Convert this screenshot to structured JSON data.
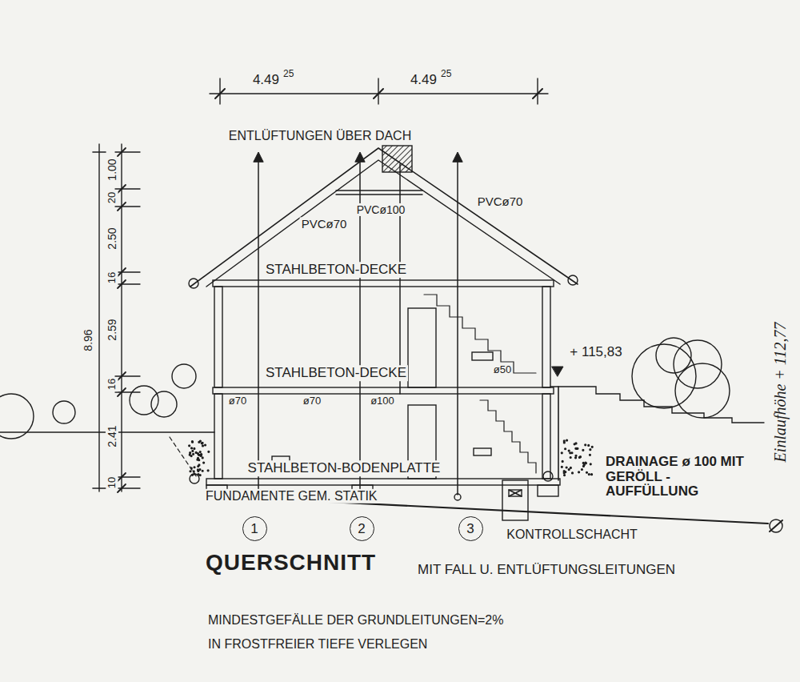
{
  "diagram": {
    "title": "QUERSCHNITT",
    "nodes": [
      {
        "text": [
          "1"
        ]
      },
      {
        "text": [
          "2"
        ]
      },
      {
        "text": [
          "3"
        ]
      }
    ],
    "labels": [
      "4.49",
      "25",
      "4.49",
      "25",
      "ENTLÜFTUNGEN ÜBER DACH",
      "PVCø70",
      "PVCø100",
      "PVCø70",
      "STAHLBETON-DECKE",
      "STAHLBETON-DECKE",
      "ø70",
      "ø70",
      "ø100",
      "ø50",
      "STAHLBETON-BODENPLATTE",
      "+ 115,83",
      "DRAINAGE ø 100 MIT GERÖLL - AUFFÜLLUNG",
      "FUNDAMENTE GEM. STATIK",
      "KONTROLLSCHACHT",
      "MIT FALL U. ENTLÜFTUNGSLEITUNGEN",
      "MINDESTGEFÄLLE DER GRUNDLEITUNGEN=2%",
      "IN FROSTFREIER TIEFE VERLEGEN",
      "Einlaufhöhe + 112,77",
      "1.00",
      "20",
      "2.50",
      "16",
      "2.59",
      "16",
      "2.41",
      "10",
      "8.96"
    ]
  }
}
